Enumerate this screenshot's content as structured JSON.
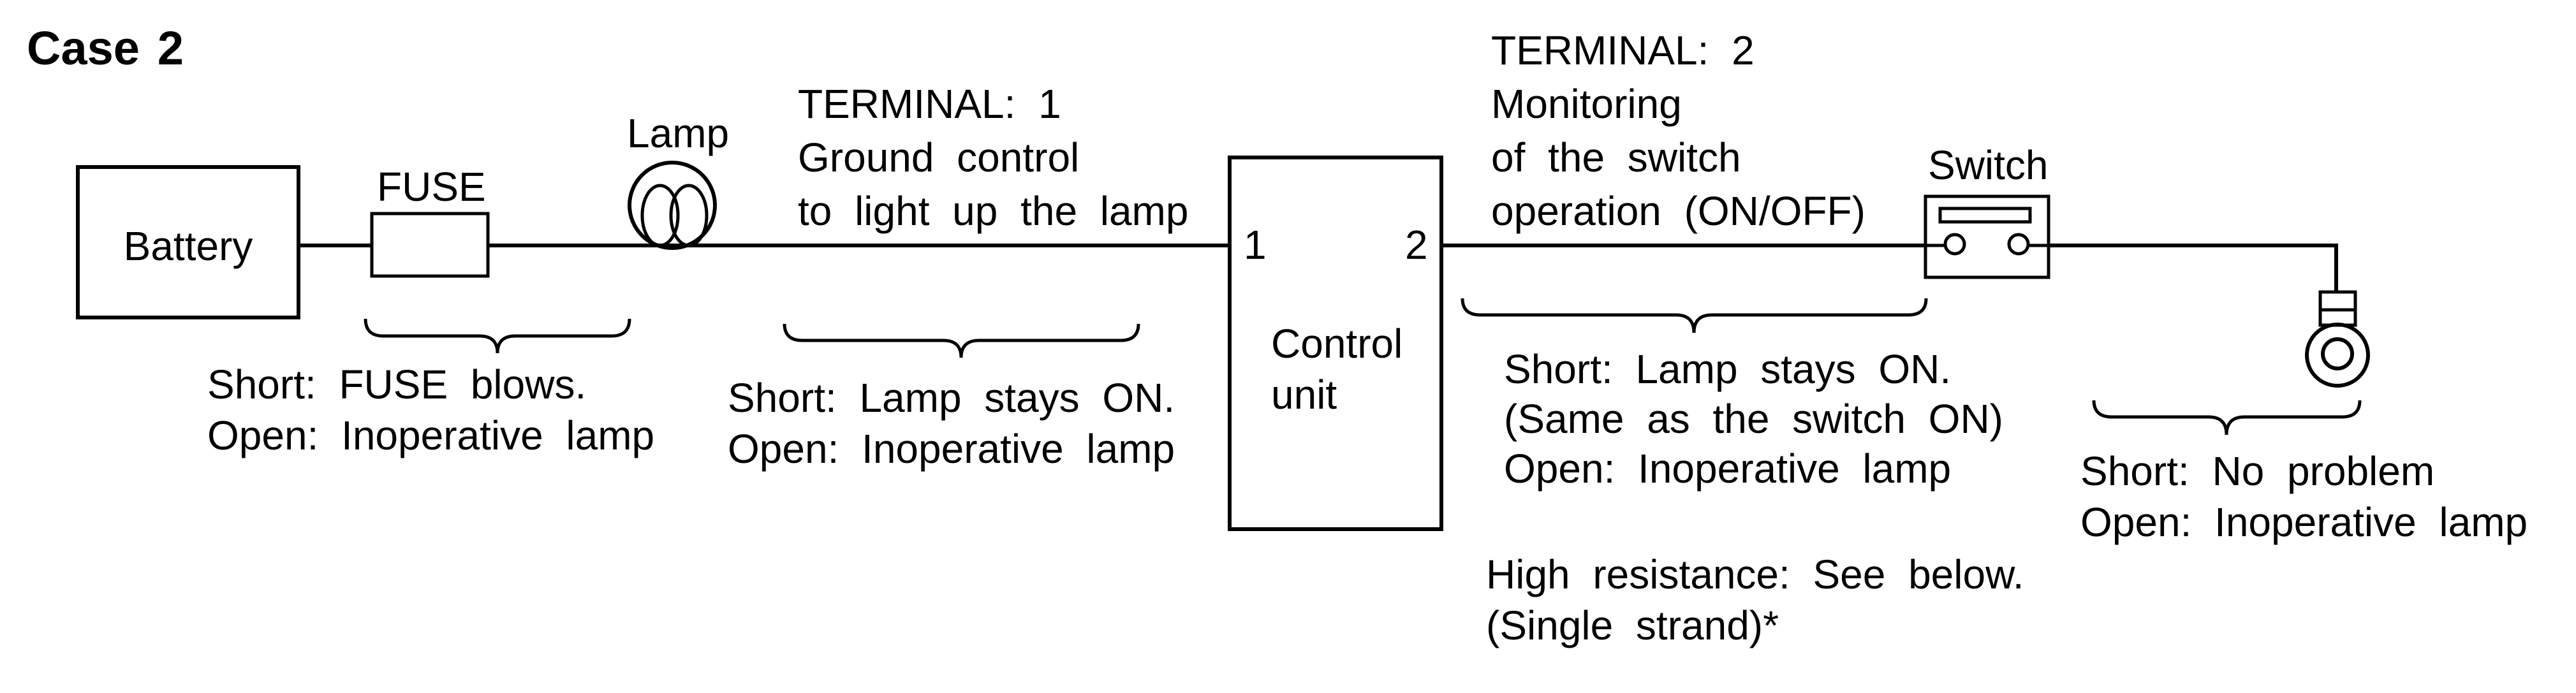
{
  "title": "Case 2",
  "colors": {
    "ink": "#000000",
    "background": "#ffffff"
  },
  "components": {
    "battery_label": "Battery",
    "fuse_label": "FUSE",
    "lamp_label": "Lamp",
    "switch_label": "Switch",
    "control_unit_line1": "Control",
    "control_unit_line2": "unit",
    "terminal_1_pin": "1",
    "terminal_2_pin": "2"
  },
  "annotations": {
    "terminal_1_note": {
      "lines": [
        "TERMINAL: 1",
        "Ground control",
        "to light up the lamp"
      ]
    },
    "terminal_2_note": {
      "lines": [
        "TERMINAL: 2",
        "Monitoring",
        "of the switch",
        "operation (ON/OFF)"
      ]
    },
    "fuse_segment_fault": {
      "lines": [
        "Short: FUSE blows.",
        "Open: Inoperative lamp"
      ]
    },
    "terminal_1_segment_fault": {
      "lines": [
        "Short: Lamp stays ON.",
        "Open: Inoperative lamp"
      ]
    },
    "terminal_2_segment_fault": {
      "lines": [
        "Short: Lamp stays ON.",
        "(Same as the switch ON)",
        "Open: Inoperative lamp"
      ]
    },
    "terminal_2_high_resistance": {
      "lines": [
        "High resistance: See below.",
        "(Single strand)*"
      ]
    },
    "switch_ground_segment_fault": {
      "lines": [
        "Short: No problem",
        "Open: Inoperative lamp"
      ]
    }
  }
}
